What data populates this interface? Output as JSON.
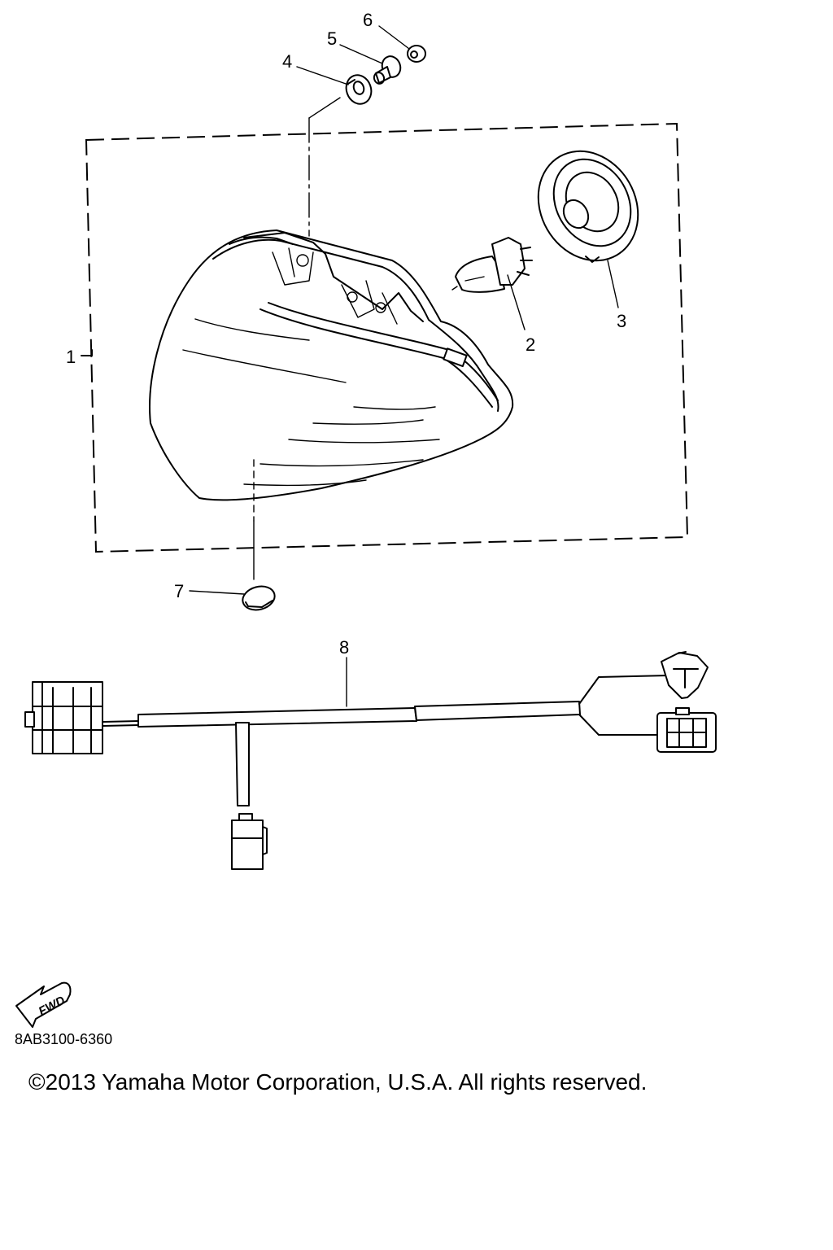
{
  "diagram": {
    "callouts": [
      "1",
      "2",
      "3",
      "4",
      "5",
      "6",
      "7",
      "8"
    ],
    "fwd_label": "FWD"
  },
  "doc_code": "8AB3100-6360",
  "copyright": "©2013 Yamaha Motor Corporation, U.S.A. All rights reserved."
}
